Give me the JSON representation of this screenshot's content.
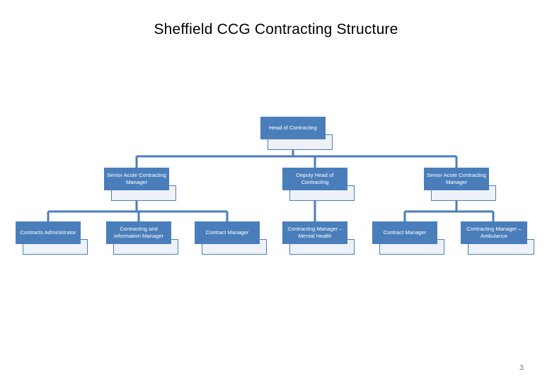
{
  "slide": {
    "title": "Sheffield CCG Contracting Structure",
    "page_number": "3",
    "accent_color": "#4a7ebb",
    "subbox_color": "#eef2f8",
    "background_color": "#ffffff",
    "title_color": "#000000",
    "page_number_color": "#808080"
  },
  "chart_data": {
    "type": "diagram",
    "title": "Sheffield CCG Contracting Structure",
    "nodes": [
      {
        "id": "head",
        "label": "Head of Contracting",
        "level": 0,
        "parent": null
      },
      {
        "id": "snr-acute-left",
        "label": "Senior Acute Contracting Manager",
        "level": 1,
        "parent": "head"
      },
      {
        "id": "deputy-head",
        "label": "Deputy Head of Contracting",
        "level": 1,
        "parent": "head"
      },
      {
        "id": "snr-acute-right",
        "label": "Senior Acute Contracting Manager",
        "level": 1,
        "parent": "head"
      },
      {
        "id": "contracts-admin",
        "label": "Contracts Administrator",
        "level": 2,
        "parent": "snr-acute-left"
      },
      {
        "id": "contracting-info-mgr",
        "label": "Contracting and Information Manager",
        "level": 2,
        "parent": "snr-acute-left"
      },
      {
        "id": "contract-mgr-1",
        "label": "Contract Manager",
        "level": 2,
        "parent": "snr-acute-left"
      },
      {
        "id": "contracting-mgr-mh",
        "label": "Contracting Manager – Mental Health",
        "level": 2,
        "parent": "deputy-head"
      },
      {
        "id": "contract-mgr-2",
        "label": "Contract Manager",
        "level": 2,
        "parent": "snr-acute-right"
      },
      {
        "id": "contracting-mgr-amb",
        "label": "Contracting Manager – Ambulance",
        "level": 2,
        "parent": "snr-acute-right"
      }
    ]
  },
  "nodes": {
    "head": {
      "label": "Head of Contracting"
    },
    "snr_acute_left": {
      "label": "Senior Acute Contracting Manager"
    },
    "deputy_head": {
      "label": "Deputy Head of Contracting"
    },
    "snr_acute_right": {
      "label": "Senior Acute Contracting Manager"
    },
    "contracts_admin": {
      "label": "Contracts Administrator"
    },
    "contracting_info_mgr": {
      "label": "Contracting and Information Manager"
    },
    "contract_mgr_1": {
      "label": "Contract Manager"
    },
    "contracting_mgr_mh": {
      "label": "Contracting Manager – Mental Health"
    },
    "contract_mgr_2": {
      "label": "Contract Manager"
    },
    "contracting_mgr_amb": {
      "label": "Contracting Manager – Ambulance"
    }
  }
}
